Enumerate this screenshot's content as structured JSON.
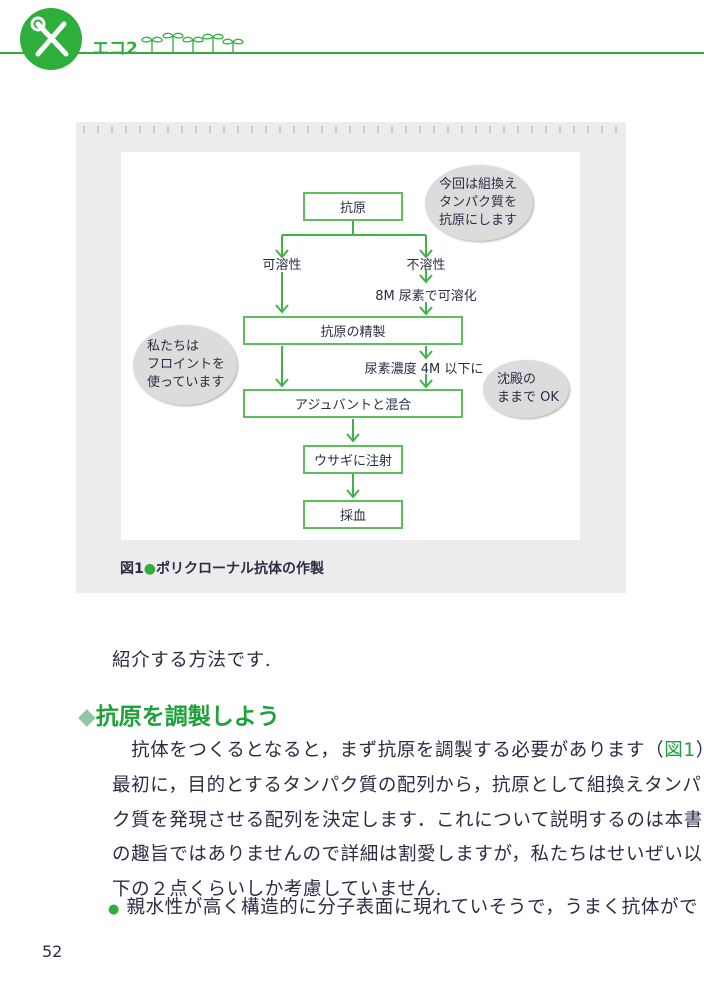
{
  "header": {
    "chapter_label": "エコ2",
    "logo_icon": "wrench-screwdriver-icon",
    "decor_icon": "sprout-icon"
  },
  "figure": {
    "nodes": {
      "antigen": "抗原",
      "soluble": "可溶性",
      "insoluble": "不溶性",
      "solubilize": "8M 尿素で可溶化",
      "purify": "抗原の精製",
      "urea_down": "尿素濃度 4M 以下に",
      "adjuvant": "アジュバントと混合",
      "inject": "ウサギに注射",
      "blood": "採血"
    },
    "bubbles": {
      "top_right": [
        "今回は組換え",
        "タンパク質を",
        "抗原にします"
      ],
      "left": [
        "私たちは",
        "フロイントを",
        "使っています"
      ],
      "bottom_right": [
        "沈殿の",
        "ままで OK"
      ]
    },
    "caption_number": "図1",
    "caption_text": "ポリクローナル抗体の作製"
  },
  "body": {
    "intro_line": "紹介する方法です.",
    "heading": "抗原を調製しよう",
    "p1_a": "　抗体をつくるとなると，まず抗原を調製する必要があります（",
    "p1_ref": "図1",
    "p1_b": "）.",
    "lines": [
      "最初に，目的とするタンパク質の配列から，抗原として組換えタンパ",
      "ク質を発現させる配列を決定します．これについて説明するのは本書",
      "の趣旨ではありませんので詳細は割愛しますが，私たちはせいぜい以",
      "下の２点くらいしか考慮していません."
    ],
    "bullet": "親水性が高く構造的に分子表面に現れていそうで，うまく抗体がで"
  },
  "page_number": "52",
  "colors": {
    "accent": "#2fae3c",
    "text": "#2b2d45",
    "figure_bg": "#ececec"
  }
}
